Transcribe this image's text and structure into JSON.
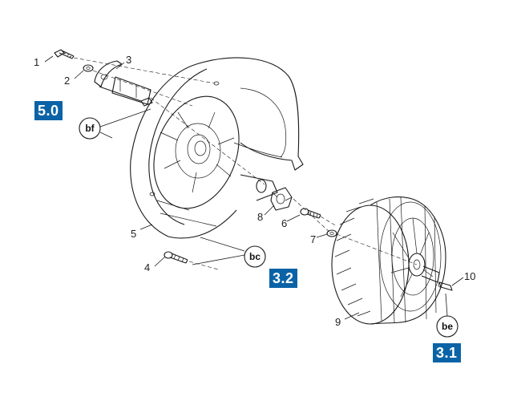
{
  "callouts": [
    {
      "id": "1",
      "label": "1"
    },
    {
      "id": "2",
      "label": "2"
    },
    {
      "id": "3",
      "label": "3"
    },
    {
      "id": "4",
      "label": "4"
    },
    {
      "id": "5",
      "label": "5"
    },
    {
      "id": "6",
      "label": "6"
    },
    {
      "id": "7",
      "label": "7"
    },
    {
      "id": "8",
      "label": "8"
    },
    {
      "id": "9",
      "label": "9"
    },
    {
      "id": "10",
      "label": "10"
    }
  ],
  "references": [
    {
      "id": "5.0",
      "label": "5.0"
    },
    {
      "id": "3.2",
      "label": "3.2"
    },
    {
      "id": "3.1",
      "label": "3.1"
    }
  ],
  "ring_markers": [
    {
      "id": "bf",
      "label": "bf"
    },
    {
      "id": "bc",
      "label": "bc"
    },
    {
      "id": "be",
      "label": "be"
    }
  ],
  "colors": {
    "reference_badge": "#0a63a6",
    "line": "#1a1a1a"
  }
}
